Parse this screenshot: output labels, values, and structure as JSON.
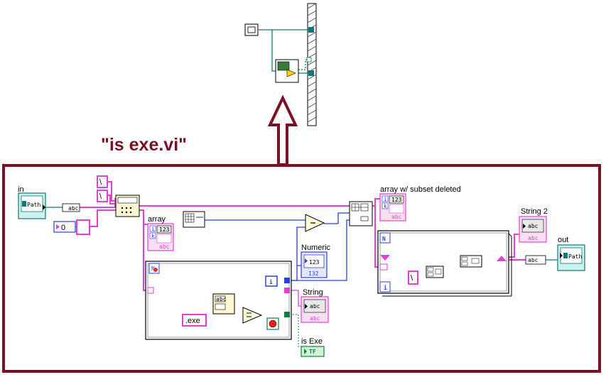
{
  "title": "\"is exe.vi\"",
  "labels": {
    "in": "in",
    "array": "array",
    "array_deleted": "array w/ subset deleted",
    "numeric": "Numeric",
    "string": "String",
    "is_exe": "is Exe",
    "string2": "String 2",
    "out": "out"
  },
  "constants": {
    "backslash_1": "\\",
    "backslash_2": "\\",
    "zero": "0",
    "exe": ".exe"
  },
  "terminals": {
    "path": "Path",
    "abc": "abc",
    "num": "123",
    "i32": "I32",
    "tf": "TF",
    "loop_n": "N",
    "loop_i": "i",
    "idx_i": "i",
    "idx_k": "k"
  },
  "colors": {
    "frame": "#7a1022",
    "string_wire": "#e23fd5",
    "numeric_wire": "#2b3ee0",
    "boolean_wire": "#108040",
    "path_wire": "#107878"
  }
}
